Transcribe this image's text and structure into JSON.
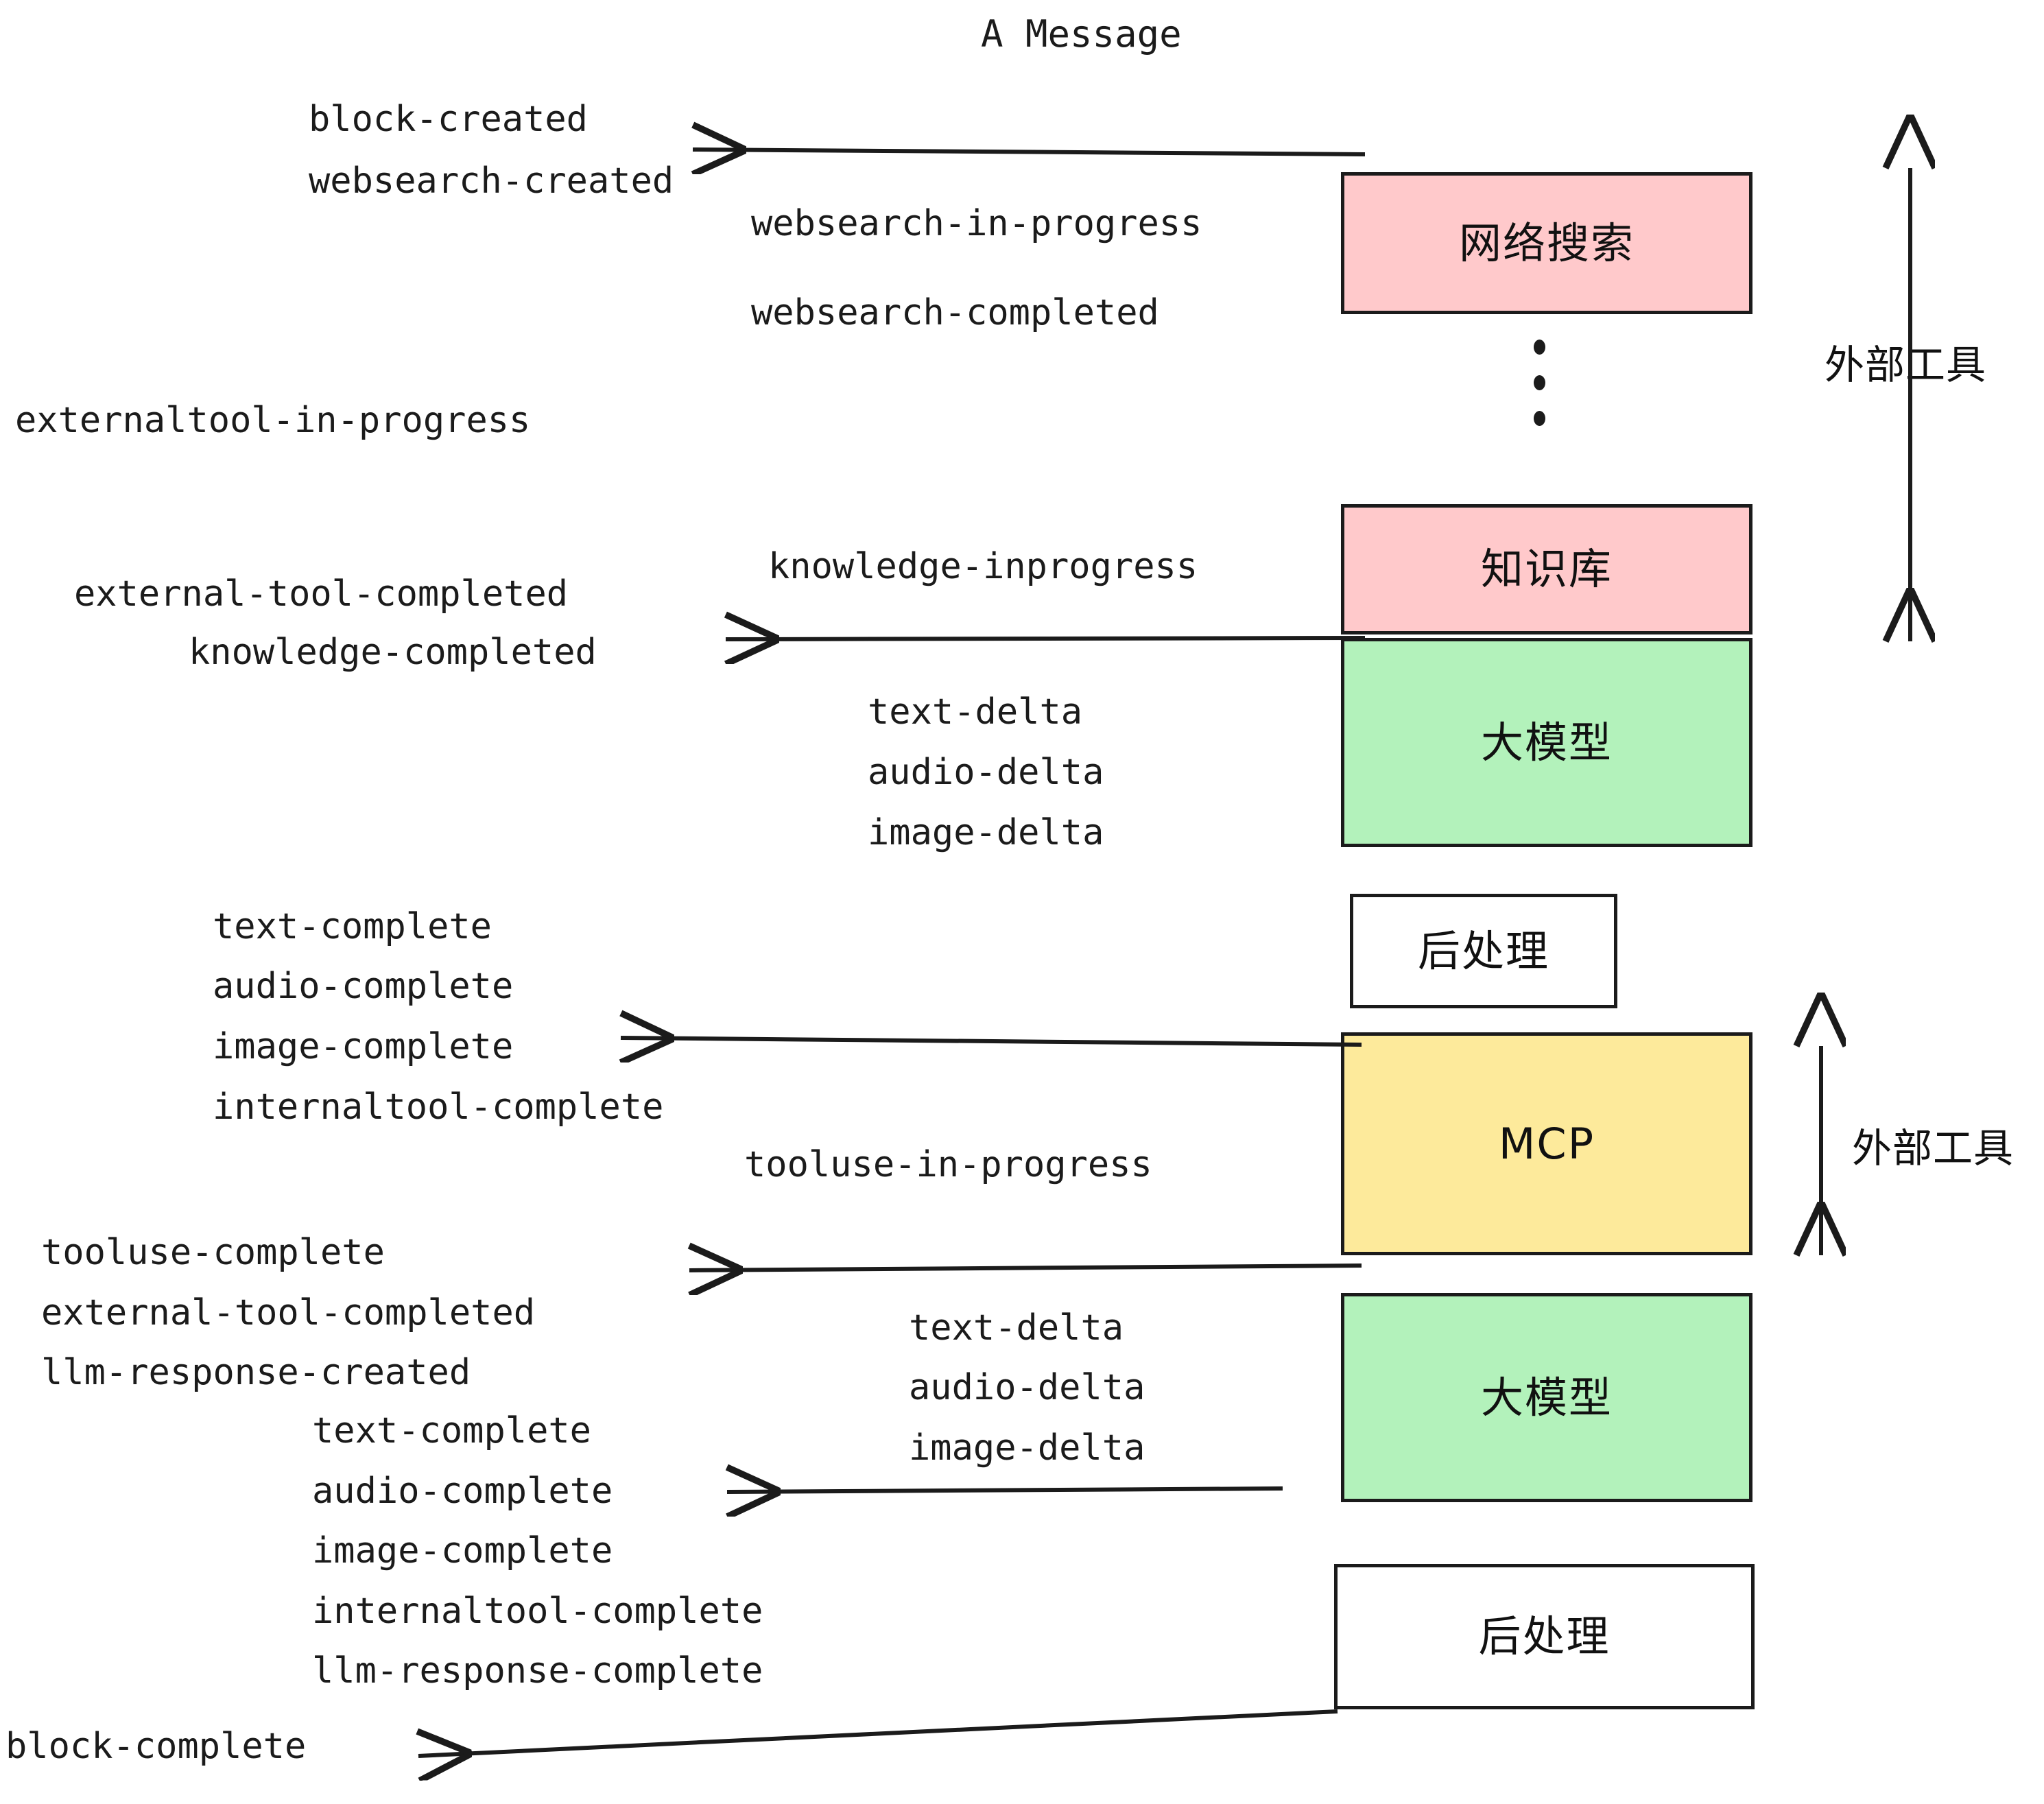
{
  "diagram": {
    "title": "A Message",
    "colors": {
      "pink": "#FFC9CB",
      "green": "#B3F2BB",
      "yellow": "#FDEA9B",
      "white": "#FFFFFF",
      "stroke": "#1B1B1B",
      "text": "#1B1B1B"
    },
    "boxes": [
      {
        "id": "websearch",
        "label": "网络搜索",
        "fill": "#FFC9CB"
      },
      {
        "id": "knowledge",
        "label": "知识库",
        "fill": "#FFC9CB"
      },
      {
        "id": "llm-1",
        "label": "大模型",
        "fill": "#B3F2BB"
      },
      {
        "id": "postproc-1",
        "label": "后处理",
        "fill": "#FFFFFF"
      },
      {
        "id": "mcp",
        "label": "MCP",
        "fill": "#FDEA9B"
      },
      {
        "id": "llm-2",
        "label": "大模型",
        "fill": "#B3F2BB"
      },
      {
        "id": "postproc-2",
        "label": "后处理",
        "fill": "#FFFFFF"
      }
    ],
    "side_labels": [
      {
        "id": "external-tool-top",
        "label": "外部工具"
      },
      {
        "id": "external-tool-bottom",
        "label": "外部工具"
      }
    ],
    "events": [
      {
        "id": "block-created",
        "label": "block-created"
      },
      {
        "id": "websearch-created",
        "label": "websearch-created"
      },
      {
        "id": "websearch-in-progress",
        "label": "websearch-in-progress"
      },
      {
        "id": "websearch-completed",
        "label": "websearch-completed"
      },
      {
        "id": "externaltool-in-progress",
        "label": "externaltool-in-progress"
      },
      {
        "id": "knowledge-inprogress",
        "label": "knowledge-inprogress"
      },
      {
        "id": "external-tool-completed-1",
        "label": "external-tool-completed"
      },
      {
        "id": "knowledge-completed",
        "label": "knowledge-completed"
      },
      {
        "id": "text-delta-1",
        "label": "text-delta"
      },
      {
        "id": "audio-delta-1",
        "label": "audio-delta"
      },
      {
        "id": "image-delta-1",
        "label": "image-delta"
      },
      {
        "id": "text-complete-1",
        "label": "text-complete"
      },
      {
        "id": "audio-complete-1",
        "label": "audio-complete"
      },
      {
        "id": "image-complete-1",
        "label": "image-complete"
      },
      {
        "id": "internaltool-complete-1",
        "label": "internaltool-complete"
      },
      {
        "id": "tooluse-in-progress",
        "label": "tooluse-in-progress"
      },
      {
        "id": "tooluse-complete",
        "label": "tooluse-complete"
      },
      {
        "id": "external-tool-completed-2",
        "label": "external-tool-completed"
      },
      {
        "id": "llm-response-created",
        "label": "llm-response-created"
      },
      {
        "id": "text-delta-2",
        "label": "text-delta"
      },
      {
        "id": "audio-delta-2",
        "label": "audio-delta"
      },
      {
        "id": "image-delta-2",
        "label": "image-delta"
      },
      {
        "id": "text-complete-2",
        "label": "text-complete"
      },
      {
        "id": "audio-complete-2",
        "label": "audio-complete"
      },
      {
        "id": "image-complete-2",
        "label": "image-complete"
      },
      {
        "id": "internaltool-complete-2",
        "label": "internaltool-complete"
      },
      {
        "id": "llm-response-complete",
        "label": "llm-response-complete"
      },
      {
        "id": "block-complete",
        "label": "block-complete"
      }
    ]
  }
}
